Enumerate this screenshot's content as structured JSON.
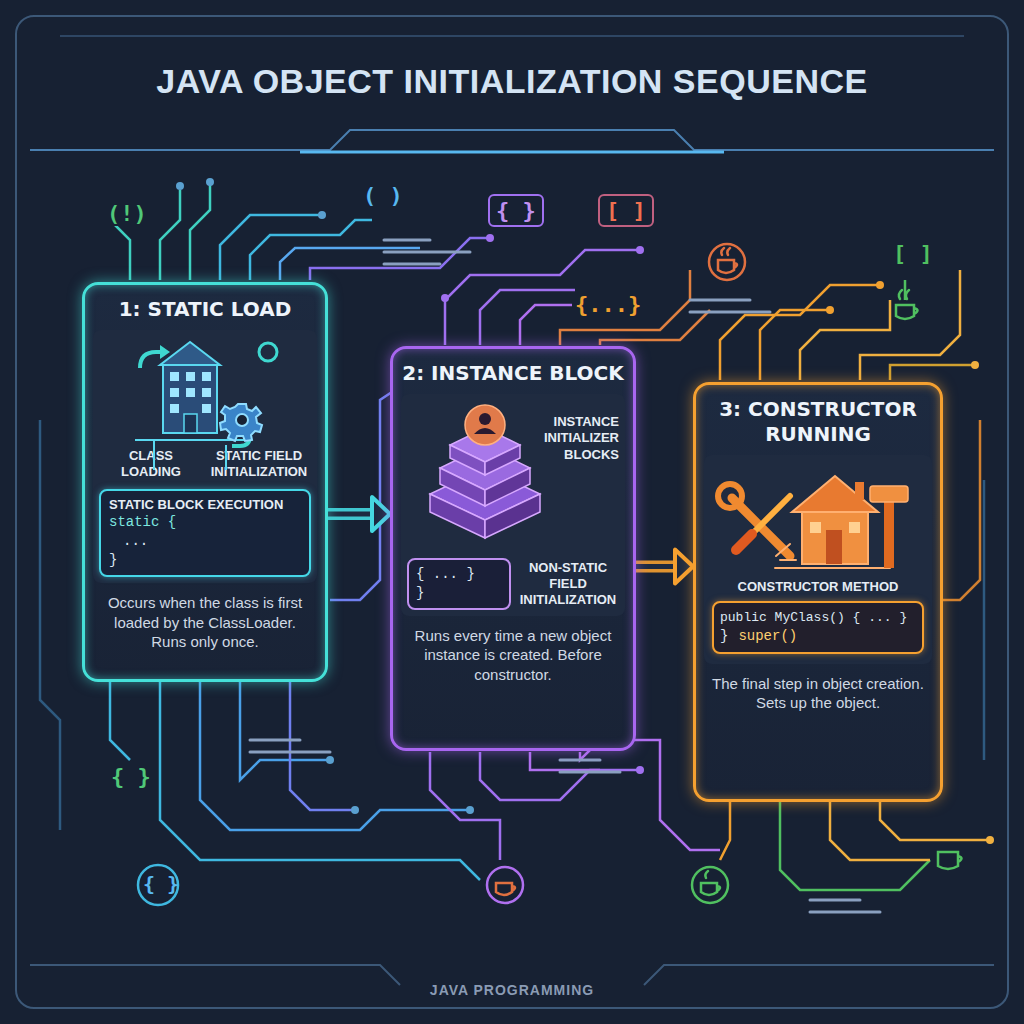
{
  "diagram": {
    "title": "JAVA OBJECT INITIALIZATION SEQUENCE",
    "caption": "JAVA PROGRAMMING",
    "nodes": [
      {
        "text": [
          "1: STATIC LOAD",
          "Occurs when the class is first loaded by the ClassLoader. Runs only once."
        ]
      },
      {
        "text": [
          "CLASS LOADING",
          "STATIC FIELD INITIALIZATION"
        ],
        "in": 0
      },
      {
        "text": [
          "STATIC BLOCK EXECUTION",
          "static {",
          "...",
          "}"
        ],
        "in": 1
      },
      {
        "text": [
          "2: INSTANCE BLOCK",
          "Runs every time a new object instance is created. Before constructor."
        ]
      },
      {
        "text": [
          "INSTANCE INITIALIZER BLOCKS",
          "NON-STATIC FIELD INITIALIZATION"
        ],
        "in": 3
      },
      {
        "text": [
          "{ ... }",
          "}"
        ],
        "in": 4
      },
      {
        "text": [
          "3: CONSTRUCTOR RUNNING",
          "The final step in object creation. Sets up the object."
        ]
      },
      {
        "text": [
          "CONSTRUCTOR METHOD"
        ],
        "in": 6
      },
      {
        "text": [
          "public MyClass() { ... }",
          "}",
          "super()"
        ],
        "in": 7
      }
    ],
    "edges": [
      {
        "from": 0,
        "to": 3,
        "arrow": "to"
      },
      {
        "from": 3,
        "to": 6,
        "arrow": "to"
      }
    ],
    "labels": [
      "(!)",
      "( )",
      "{ }",
      "[ ]",
      "{...}",
      "[ ]",
      "{ }",
      "{ }"
    ]
  }
}
